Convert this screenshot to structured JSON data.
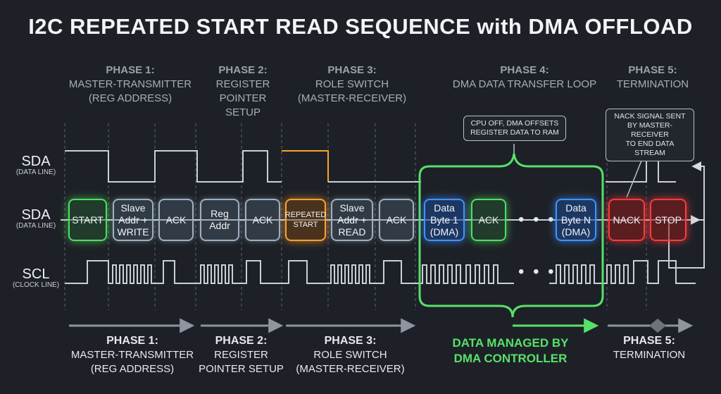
{
  "title": "I2C REPEATED START READ SEQUENCE with DMA OFFLOAD",
  "phases_top": [
    {
      "num": "PHASE 1:",
      "lines": [
        "MASTER-TRANSMITTER",
        "(REG ADDRESS)"
      ]
    },
    {
      "num": "PHASE 2:",
      "lines": [
        "REGISTER",
        "POINTER",
        "SETUP"
      ]
    },
    {
      "num": "PHASE 3:",
      "lines": [
        "ROLE SWITCH",
        "(MASTER-RECEIVER)"
      ]
    },
    {
      "num": "PHASE 4:",
      "lines": [
        "DMA DATA TRANSFER LOOP"
      ]
    },
    {
      "num": "PHASE 5:",
      "lines": [
        "TERMINATION"
      ]
    }
  ],
  "phases_bottom": [
    {
      "num": "PHASE 1:",
      "lines": [
        "MASTER-TRANSMITTER",
        "(REG ADDRESS)"
      ]
    },
    {
      "num": "PHASE 2:",
      "lines": [
        "REGISTER",
        "POINTER SETUP"
      ]
    },
    {
      "num": "PHASE 3:",
      "lines": [
        "ROLE SWITCH",
        "(MASTER-RECEIVER)"
      ]
    },
    {
      "num": "PHASE 5:",
      "lines": [
        "TERMINATION"
      ]
    }
  ],
  "signals": {
    "sda_top": {
      "name": "SDA",
      "sub": "(DATA LINE)"
    },
    "sda_mid": {
      "name": "SDA",
      "sub": "(DATA LINE)"
    },
    "scl": {
      "name": "SCL",
      "sub": "(CLOCK LINE)"
    }
  },
  "boxes": [
    {
      "lines": [
        "START"
      ]
    },
    {
      "lines": [
        "Slave",
        "Addr +",
        "WRITE"
      ]
    },
    {
      "lines": [
        "ACK"
      ]
    },
    {
      "lines": [
        "Reg",
        "Addr"
      ]
    },
    {
      "lines": [
        "ACK"
      ]
    },
    {
      "lines": [
        "REPEATED",
        "START"
      ]
    },
    {
      "lines": [
        "Slave",
        "Addr +",
        "READ"
      ]
    },
    {
      "lines": [
        "ACK"
      ]
    },
    {
      "lines": [
        "Data",
        "Byte 1",
        "(DMA)"
      ]
    },
    {
      "lines": [
        "ACK"
      ]
    },
    {
      "lines": [
        "Data",
        "Byte N",
        "(DMA)"
      ]
    },
    {
      "lines": [
        "NACK"
      ]
    },
    {
      "lines": [
        "STOP"
      ]
    }
  ],
  "ellipsis": "• • •",
  "callouts": {
    "dma": [
      "CPU OFF, DMA OFFSETS",
      "REGISTER DATA TO RAM"
    ],
    "nack": [
      "NACK SIGNAL SENT",
      "BY MASTER-RECEIVER",
      "TO END DATA STREAM"
    ]
  },
  "dma_label": [
    "DATA MANAGED BY",
    "DMA CONTROLLER"
  ],
  "colors": {
    "background": "#1d2127",
    "start": "#4fe05f",
    "repeated_start": "#ffa033",
    "dma": "#3e95ff",
    "stop": "#ff3b3b",
    "neutral": "#9fb0c0"
  }
}
